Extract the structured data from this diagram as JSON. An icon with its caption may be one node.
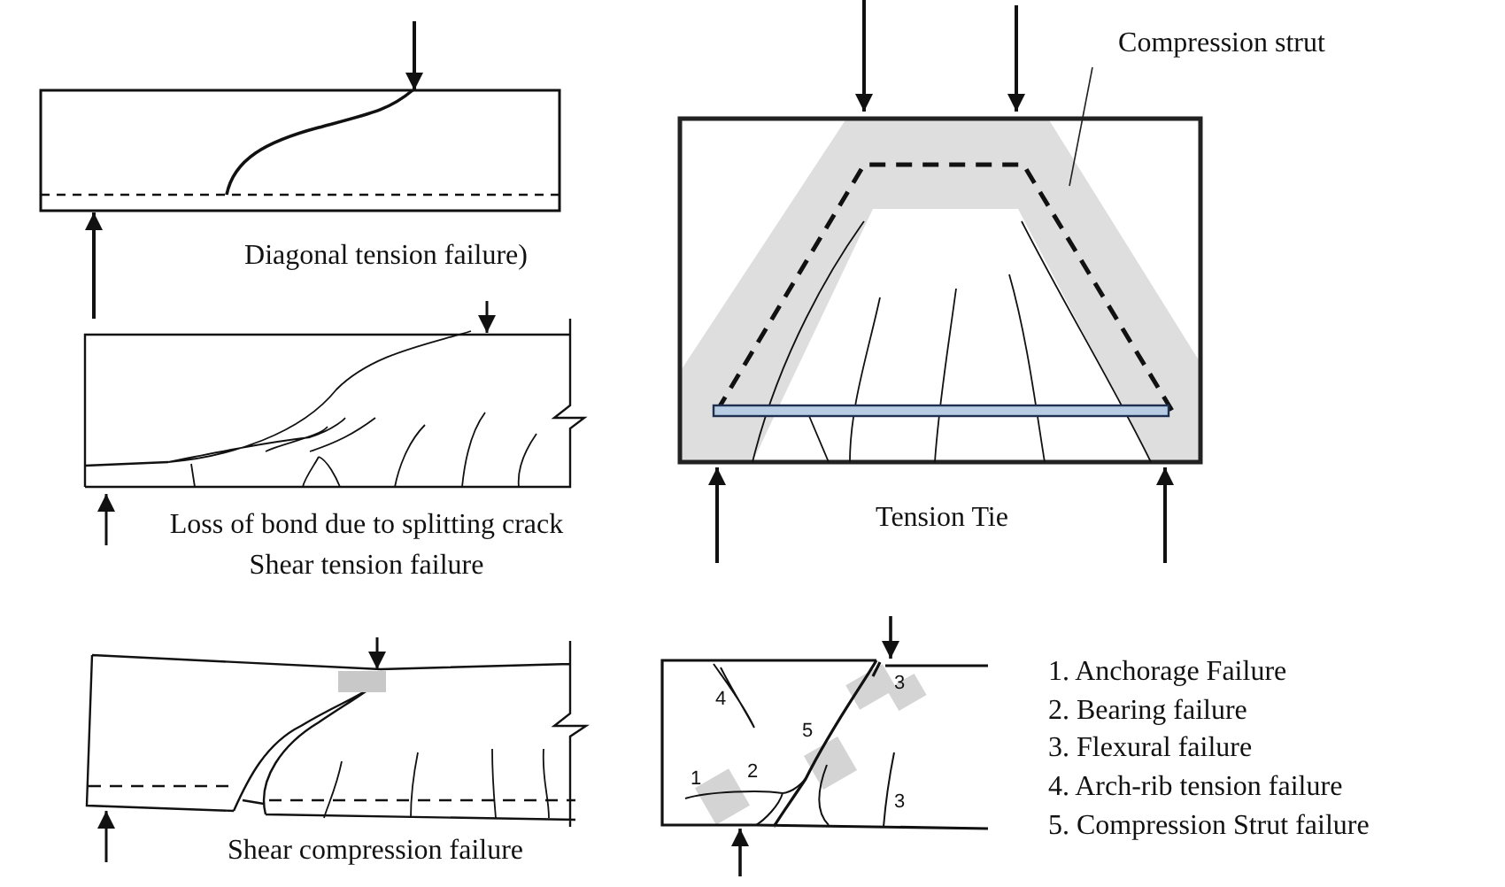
{
  "diagram": {
    "nodes": [
      {
        "text": [
          "Compression strut"
        ]
      },
      {
        "text": [],
        "shape": "band"
      }
    ],
    "edges": [
      {
        "from": 0,
        "to": 1,
        "arrow": "none"
      }
    ],
    "labels": [
      "Diagonal tension failure)",
      "Loss of bond due to splitting crack",
      "Shear tension failure",
      "Tension Tie",
      "Shear compression failure",
      "3",
      "4",
      "5",
      "1",
      "2",
      "3",
      "1. Anchorage Failure",
      "2. Bearing failure",
      "3. Flexural failure",
      "4. Arch-rib tension failure",
      "5. Compression Strut failure"
    ]
  }
}
